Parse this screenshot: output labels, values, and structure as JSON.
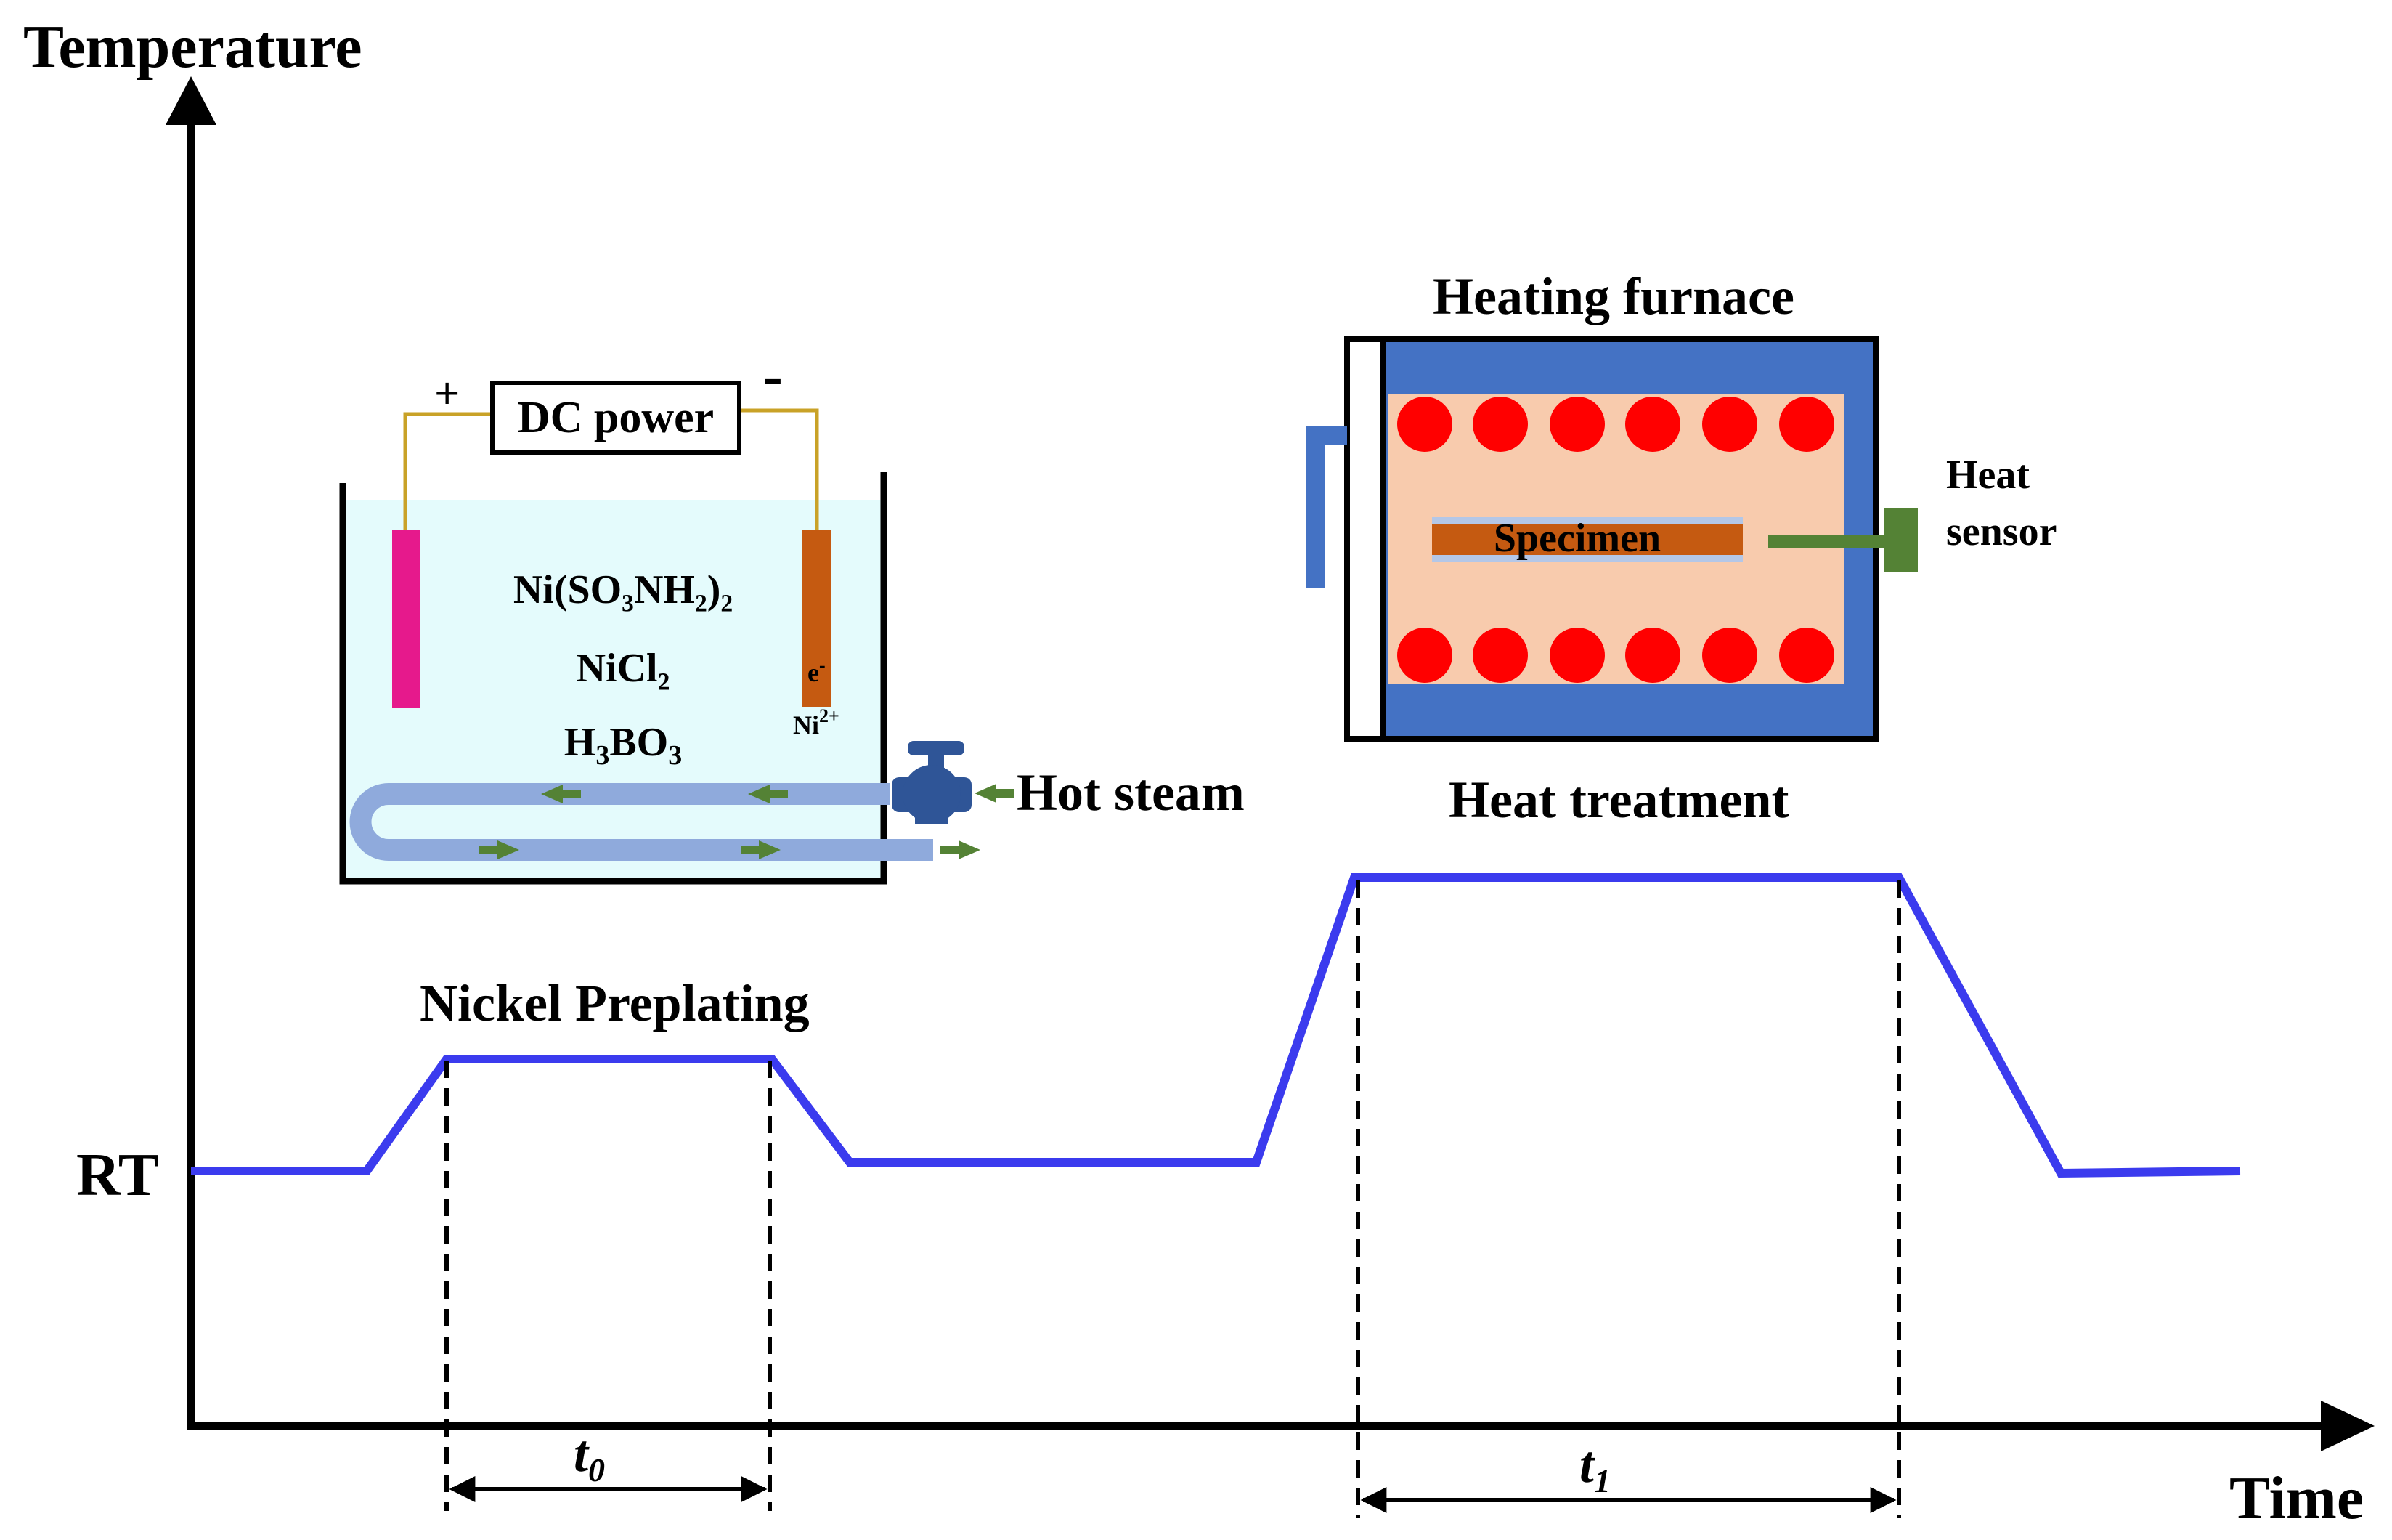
{
  "axes": {
    "y_label": "Temperature",
    "x_label": "Time",
    "rt_label": "RT"
  },
  "plating": {
    "stage_label": "Nickel Preplating",
    "duration_symbol": "t",
    "duration_sub": "0",
    "dc_power": "DC power",
    "anode_sign": "+",
    "cathode_sign": "-",
    "chem_1": "Ni(SO₃NH₂)₂",
    "chem_2": "NiCl₂",
    "chem_3_main": "H",
    "chem_3_sub": "3",
    "chem_3_rest": "BO",
    "chem_3_sub2": "3",
    "electron": "e",
    "electron_sup": "-",
    "ion": "Ni",
    "ion_sup": "2+",
    "hot_steam": "Hot steam"
  },
  "treatment": {
    "stage_label": "Heat treatment",
    "duration_symbol": "t",
    "duration_sub": "1",
    "furnace_label": "Heating furnace",
    "specimen_label": "Specimen",
    "sensor_line1": "Heat",
    "sensor_line2": "sensor"
  },
  "colors": {
    "curve": "#3b3bee",
    "bath": "#e4fbfc",
    "furnace_wall": "#4472c4",
    "furnace_inside": "#f8cbad",
    "heater": "#ff0000",
    "specimen": "#c55a11",
    "anode": "#e6198c",
    "cathode": "#c55a11",
    "pipe": "#8faadc",
    "arrow_green": "#548235",
    "valve": "#2f5597",
    "wire": "#c9a227"
  }
}
